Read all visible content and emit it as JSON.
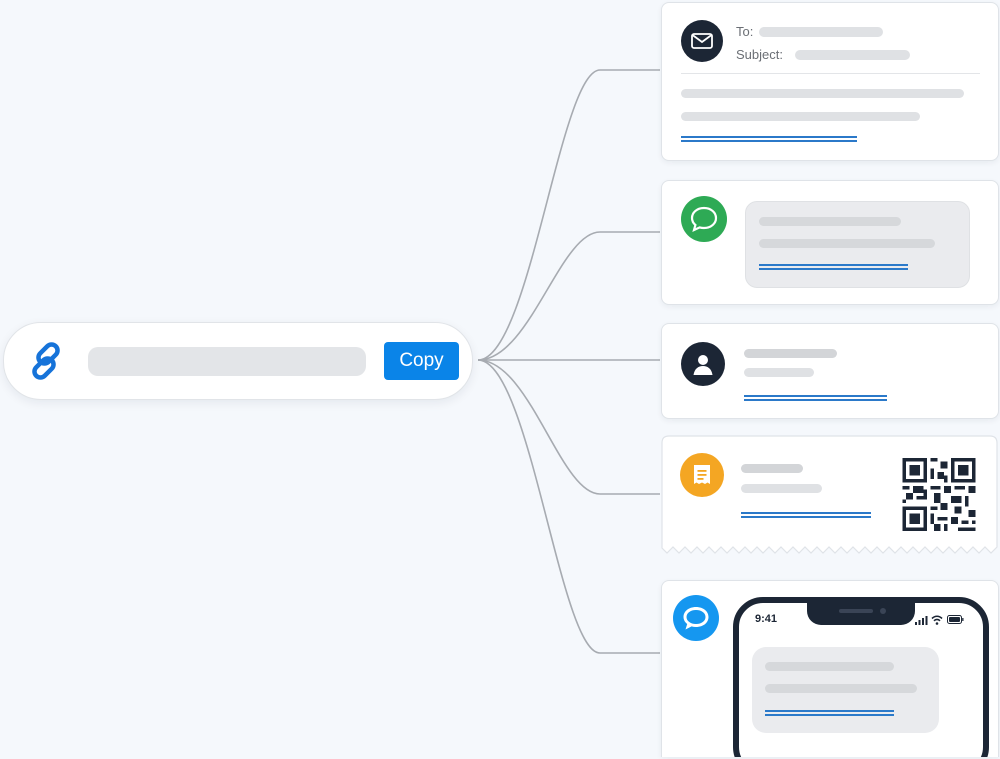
{
  "share_bar": {
    "copy_label": "Copy"
  },
  "email_card": {
    "to_label": "To:",
    "subject_label": "Subject:"
  },
  "phone": {
    "time": "9:41"
  },
  "icons": {
    "link": "link-icon",
    "email": "mail-icon",
    "message": "chat-bubble-icon",
    "contact": "user-icon",
    "receipt": "receipt-icon",
    "qr": "qr-code-icon",
    "ios_message": "ios-message-icon"
  },
  "colors": {
    "accent": "#0a84e8",
    "link_icon": "#1673d9",
    "email_icon_bg": "#1c2635",
    "message_icon_bg": "#2eaa55",
    "contact_icon_bg": "#1c2635",
    "receipt_icon_bg": "#f4a623",
    "ios_message_icon_bg": "#1597f0",
    "connector": "#a7abb1"
  }
}
